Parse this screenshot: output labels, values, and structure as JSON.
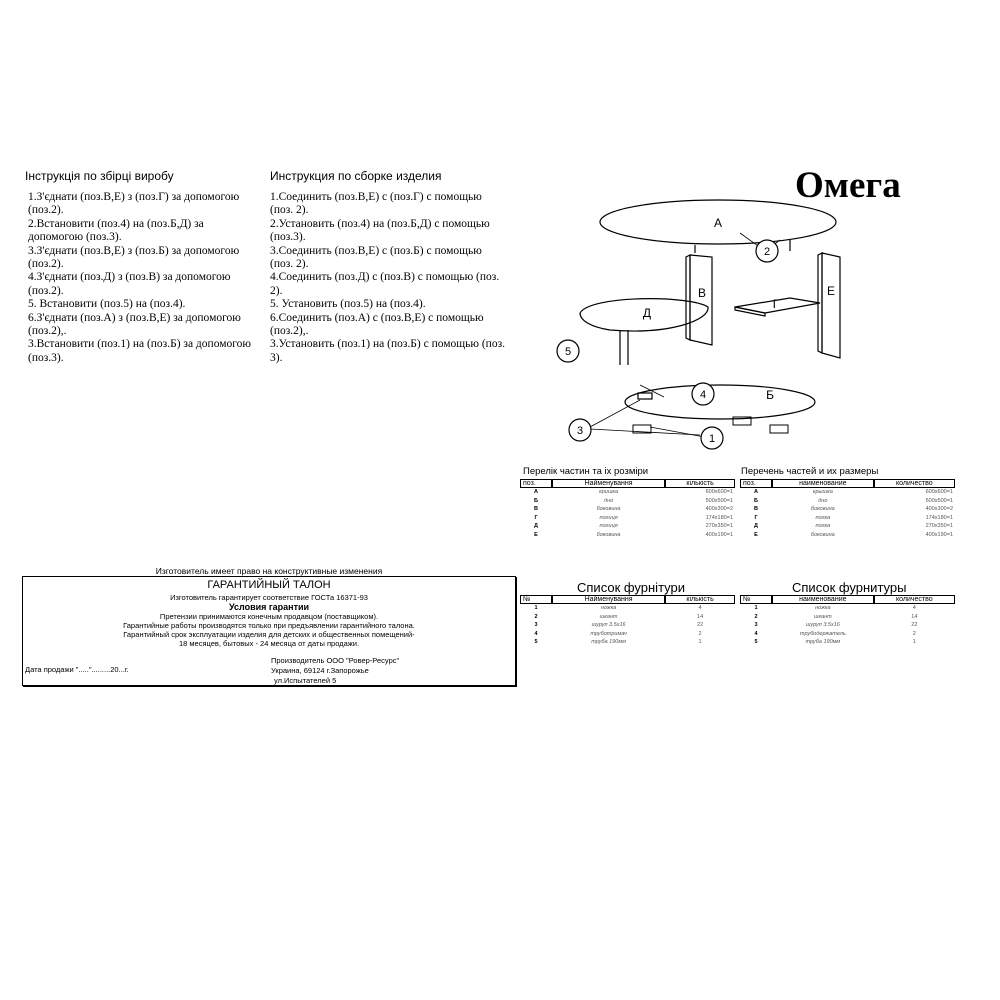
{
  "title": "Омега",
  "instructions_ua": {
    "heading": "Інструкція по збірці виробу",
    "steps": [
      "1.З'єднати (поз.В,Е) з (поз.Г) за допомогою (поз.2).",
      "2.Встановити (поз.4) на (поз.Б,Д) за допомогою (поз.3).",
      "3.З'єднати (поз.В,Е) з (поз.Б) за допомогою (поз.2).",
      "4.З'єднати (поз.Д) з (поз.В) за допомогою (поз.2).",
      "5. Встановити (поз.5) на (поз.4).",
      "6.З'єднати (поз.А) з (поз.В,Е) за допомогою (поз.2),.",
      "3.Встановити (поз.1) на (поз.Б) за допомогою (поз.3)."
    ]
  },
  "instructions_ru": {
    "heading": "Инструкция по сборке изделия",
    "steps": [
      "1.Соединить (поз.В,Е) с (поз.Г) с помощью (поз. 2).",
      "2.Установить (поз.4) на (поз.Б,Д) с помощью (поз.3).",
      "3.Соединить (поз.В,Е) с (поз.Б) с помощью (поз. 2).",
      "4.Соединить (поз.Д) с (поз.В) с помощью (поз. 2).",
      "5. Установить (поз.5) на (поз.4).",
      "6.Соединить (поз.А) с (поз.В,Е) с помощью (поз.2),.",
      "3.Установить (поз.1) на (поз.Б) с помощью (поз. 3)."
    ]
  },
  "diagram": {
    "labels": [
      "А",
      "В",
      "Е",
      "Г",
      "Д",
      "Б"
    ],
    "callouts": [
      "1",
      "2",
      "3",
      "4",
      "5"
    ]
  },
  "parts_ua": {
    "title": "Перелік частин та іх розміри",
    "headers": [
      "поз.",
      "Найменування",
      "кількість"
    ],
    "rows": [
      [
        "А",
        "кришка",
        "600x600=1"
      ],
      [
        "Б",
        "дно",
        "500x500=1"
      ],
      [
        "В",
        "боковина",
        "400x300=2"
      ],
      [
        "Г",
        "полиця",
        "174x180=1"
      ],
      [
        "Д",
        "полиця",
        "270x350=1"
      ],
      [
        "Е",
        "боковина",
        "400x190=1"
      ]
    ]
  },
  "parts_ru": {
    "title": "Перечень частей и их размеры",
    "headers": [
      "поз.",
      "наименование",
      "количество"
    ],
    "rows": [
      [
        "А",
        "крышка",
        "600x600=1"
      ],
      [
        "Б",
        "дно",
        "500x500=1"
      ],
      [
        "В",
        "боковина",
        "400x300=2"
      ],
      [
        "Г",
        "полка",
        "174x180=1"
      ],
      [
        "Д",
        "полка",
        "270x350=1"
      ],
      [
        "Е",
        "боковина",
        "400x190=1"
      ]
    ]
  },
  "hardware_ua": {
    "title": "Список фурнітури",
    "headers": [
      "№",
      "Найменування",
      "кількість"
    ],
    "rows": [
      [
        "1",
        "ножка",
        "4"
      ],
      [
        "2",
        "шкант",
        "14"
      ],
      [
        "3",
        "шуруп 3.5x16",
        "22"
      ],
      [
        "4",
        "труботримач",
        "2"
      ],
      [
        "5",
        "труба 190мм",
        "1"
      ]
    ]
  },
  "hardware_ru": {
    "title": "Список фурнитуры",
    "headers": [
      "№",
      "наименование",
      "количество"
    ],
    "rows": [
      [
        "1",
        "ножка",
        "4"
      ],
      [
        "2",
        "шкант",
        "14"
      ],
      [
        "3",
        "шуруп 3.5x16",
        "22"
      ],
      [
        "4",
        "трубодержатель",
        "2"
      ],
      [
        "5",
        "труба 190мм",
        "1"
      ]
    ]
  },
  "warranty": {
    "notice": "Изготовитель имеет право на конструктивные изменения",
    "title": "ГАРАНТИЙНЫЙ ТАЛОН",
    "gost": "Изготовитель гарантирует соответствие ГОСТа 16371-93",
    "conditions_title": "Условия гарантии",
    "lines": [
      "Претензии принимаются конечным продавцом (поставщиком).",
      "Гарантийные работы производятся только при предъявлении гарантийного талона.",
      "Гарантийный срок эксплуатации изделия для детских и общественных помещений-",
      "18 месяцев, бытовых - 24 месяца от даты продажи."
    ],
    "sale_date": "Дата продажи \".....\".........20...г.",
    "maker": [
      "Производитель ООО \"Ровер-Ресурс\"",
      "Украина, 69124 г.Запорожье",
      "ул.Испытателей 5"
    ]
  }
}
